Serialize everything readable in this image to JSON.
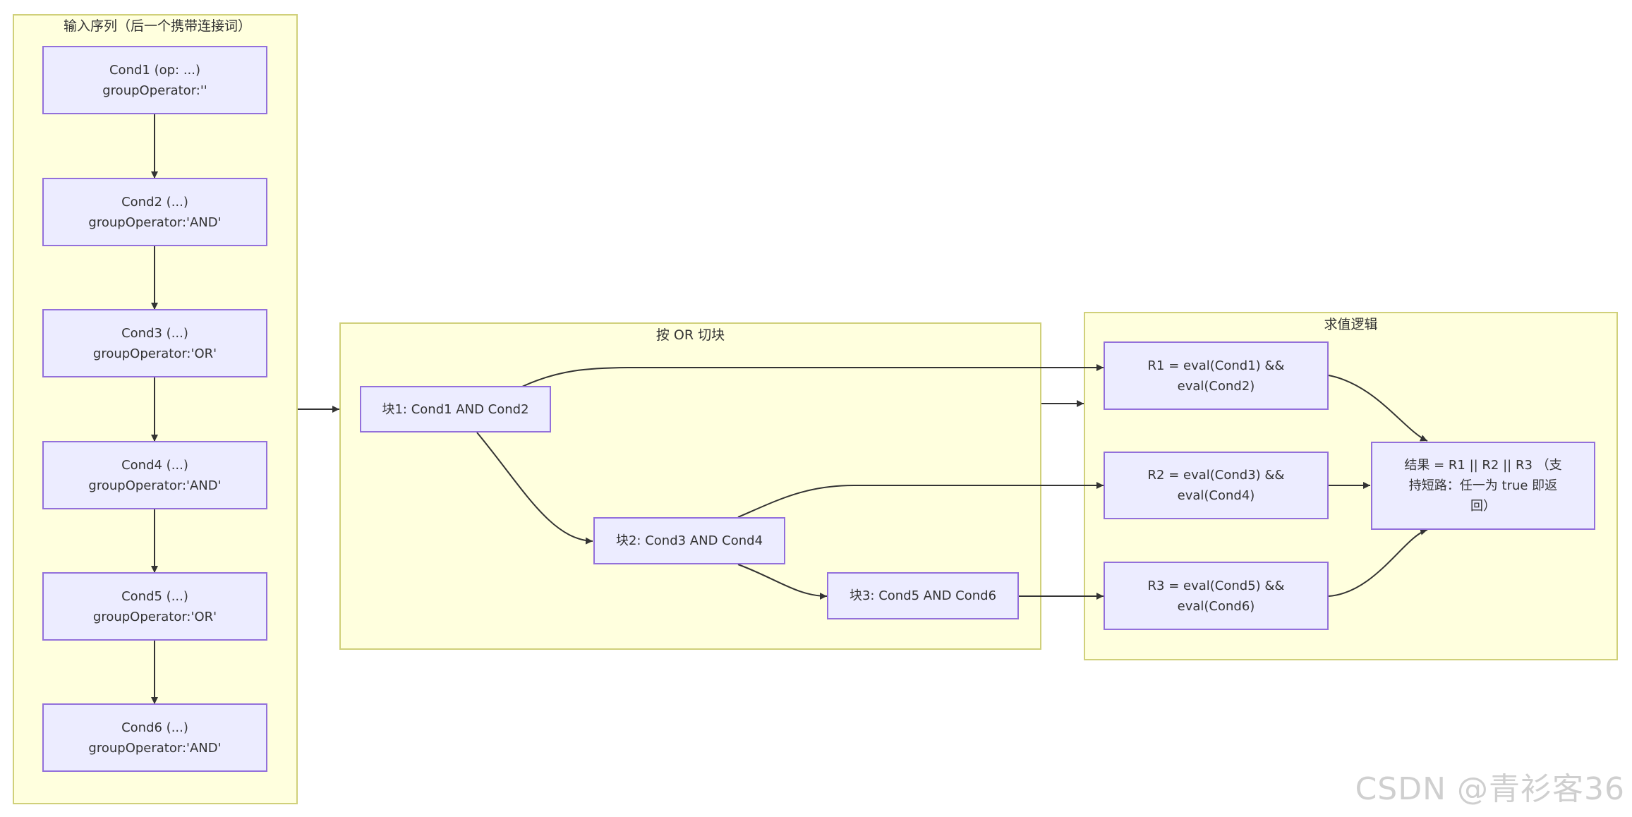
{
  "clusters": {
    "input": {
      "title": "输入序列（后一个携带连接词）"
    },
    "split": {
      "title": "按 OR 切块"
    },
    "eval": {
      "title": "求值逻辑"
    }
  },
  "nodes": {
    "cond1": {
      "line1": "Cond1 (op: ...)",
      "line2": "groupOperator:''"
    },
    "cond2": {
      "line1": "Cond2 (...)",
      "line2": "groupOperator:'AND'"
    },
    "cond3": {
      "line1": "Cond3 (...)",
      "line2": "groupOperator:'OR'"
    },
    "cond4": {
      "line1": "Cond4 (...)",
      "line2": "groupOperator:'AND'"
    },
    "cond5": {
      "line1": "Cond5 (...)",
      "line2": "groupOperator:'OR'"
    },
    "cond6": {
      "line1": "Cond6 (...)",
      "line2": "groupOperator:'AND'"
    },
    "block1": {
      "label": "块1: Cond1 AND Cond2"
    },
    "block2": {
      "label": "块2: Cond3 AND Cond4"
    },
    "block3": {
      "label": "块3: Cond5 AND Cond6"
    },
    "r1": {
      "line1": "R1 = eval(Cond1) &&",
      "line2": "eval(Cond2)"
    },
    "r2": {
      "line1": "R2 = eval(Cond3) &&",
      "line2": "eval(Cond4)"
    },
    "r3": {
      "line1": "R3 = eval(Cond5) &&",
      "line2": "eval(Cond6)"
    },
    "result": {
      "line1": "结果 = R1 || R2 || R3 （支",
      "line2": "持短路：任一为 true 即返",
      "line3": "回）"
    }
  },
  "colors": {
    "cluster_fill": "#ffffde",
    "cluster_border": "#d0d07a",
    "node_fill": "#ececff",
    "node_border": "#9370db",
    "edge": "#333333"
  },
  "watermark": "CSDN @青衫客36"
}
